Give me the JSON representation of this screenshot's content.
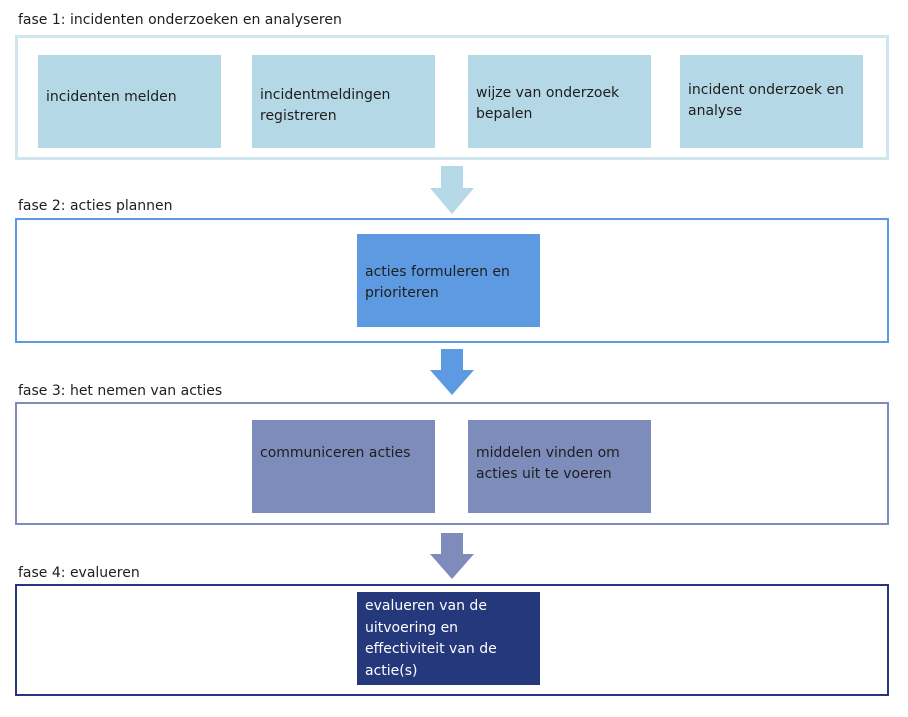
{
  "colors": {
    "phase1": "#b4d8e6",
    "phase2": "#5e9ae2",
    "phase3": "#7d8cba",
    "phase4": "#26387c",
    "text_dark": "#1e1e1e",
    "text_light": "#ffffff"
  },
  "phases": [
    {
      "label": "fase 1: incidenten onderzoeken en analyseren",
      "steps": [
        "incidenten melden",
        "incidentmeldingen\nregistreren",
        "wijze van onderzoek\nbepalen",
        "incident onderzoek en\nanalyse"
      ]
    },
    {
      "label": "fase 2: acties plannen",
      "steps": [
        "acties formuleren en\nprioriteren"
      ]
    },
    {
      "label": "fase 3: het nemen van acties",
      "steps": [
        "communiceren acties",
        "middelen vinden om\nacties uit te voeren"
      ]
    },
    {
      "label": "fase 4: evalueren",
      "steps": [
        "evalueren van de\nuitvoering en\neffectiviteit van de\nactie(s)"
      ]
    }
  ],
  "arrows": [
    {
      "name": "arrow-down-icon",
      "color_key": "phase1"
    },
    {
      "name": "arrow-down-icon",
      "color_key": "phase2"
    },
    {
      "name": "arrow-down-icon",
      "color_key": "phase3"
    }
  ]
}
